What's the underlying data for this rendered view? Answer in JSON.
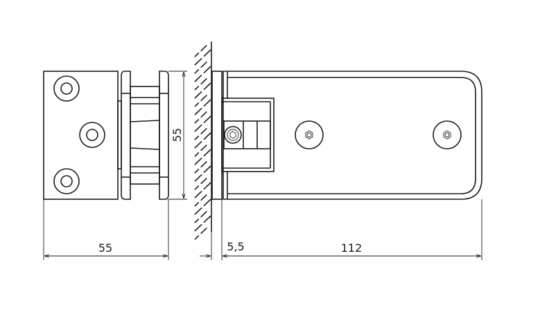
{
  "drawing": {
    "dimensions": {
      "height_label": "55",
      "left_width_label": "55",
      "wall_offset_label": "5,5",
      "body_length_label": "112"
    },
    "line_color": "#1a1a1a"
  }
}
